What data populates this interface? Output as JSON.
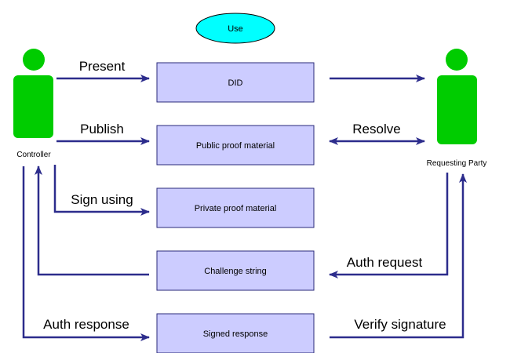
{
  "title": "Use",
  "actors": {
    "controller": "Controller",
    "requesting_party": "Requesting Party"
  },
  "boxes": {
    "did": "DID",
    "public": "Public proof material",
    "private": "Private proof material",
    "challenge": "Challenge string",
    "signed": "Signed response"
  },
  "labels": {
    "present": "Present",
    "publish": "Publish",
    "sign": "Sign using",
    "resolve": "Resolve",
    "auth_request": "Auth request",
    "auth_response": "Auth response",
    "verify": "Verify signature"
  },
  "colors": {
    "actor": "#00cc00",
    "box_fill": "#ccccff",
    "box_stroke": "#2a2a7a",
    "arrow": "#2c2c8c",
    "title_fill": "#00ffff"
  }
}
